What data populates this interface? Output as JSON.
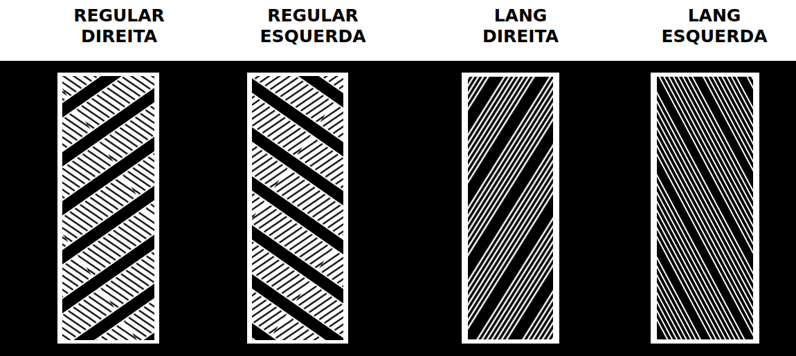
{
  "diagram": {
    "labels": [
      "REGULAR DIREITA",
      "REGULAR ESQUERDA",
      "LANG DIREITA",
      "LANG ESQUERDA"
    ]
  }
}
